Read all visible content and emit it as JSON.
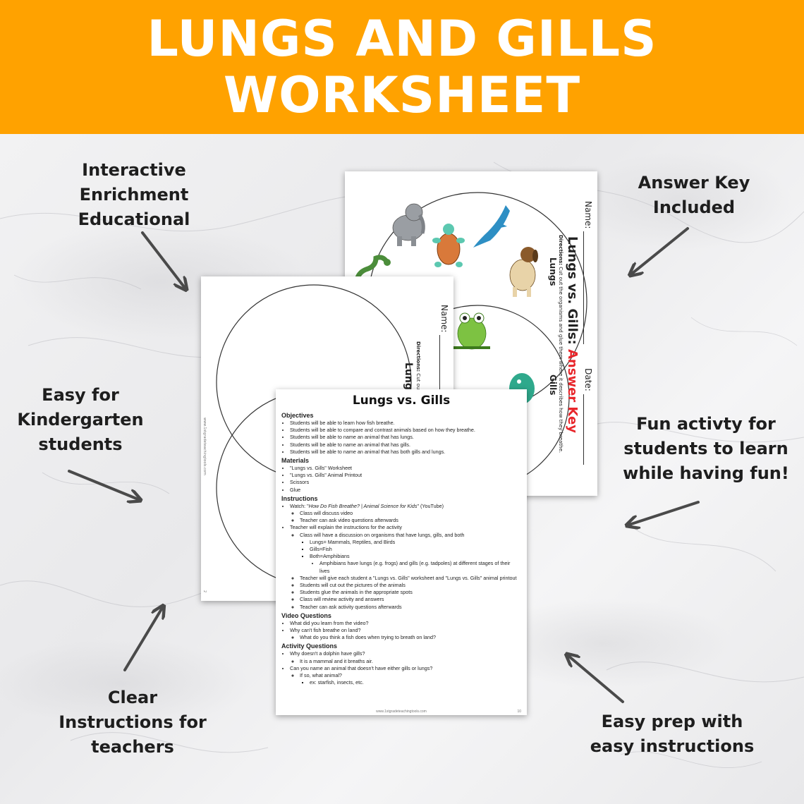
{
  "banner": {
    "line1": "LUNGS AND GILLS",
    "line2": "WORKSHEET"
  },
  "labels": {
    "interactive": [
      "Interactive",
      "Enrichment",
      "Educational"
    ],
    "answer_key": [
      "Answer Key",
      "Included"
    ],
    "kindergarten": [
      "Easy for",
      "Kindergarten",
      "students"
    ],
    "fun": [
      "Fun activty for",
      "students to learn",
      "while having fun!"
    ],
    "clear": [
      "Clear",
      "Instructions for",
      "teachers"
    ],
    "easy_prep": [
      "Easy prep with",
      "easy instructions"
    ]
  },
  "answer_key_sheet": {
    "name_label": "Name:",
    "date_label": "Date:",
    "title_plain": "Lungs vs. Gills: ",
    "title_red": "Answer Key",
    "directions_bold": "Directions:",
    "directions_text": " Cut out the organisms and glue them where it describes how they breathe.",
    "lungs_label": "Lungs",
    "gills_label": "Gills"
  },
  "blank_sheet": {
    "name_label": "Name:",
    "directions_bold": "Directions:",
    "directions_text": " Cut out th",
    "partial_title": "Lung",
    "footer": "www.1stgradeteachingtools.com",
    "page_num": "2"
  },
  "lesson_plan": {
    "title": "Lungs vs. Gills",
    "objectives_heading": "Objectives",
    "objectives": [
      "Students will be able to learn how fish breathe.",
      "Students will be able to compare and contrast animals based on how they breathe.",
      "Students will be able to name an animal that has lungs.",
      "Students will be able to name an animal that has gills.",
      "Students will be able to name an animal that has both gills and lungs."
    ],
    "materials_heading": "Materials",
    "materials": [
      "\"Lungs vs. Gills\" Worksheet",
      "\"Lungs vs. Gills\" Animal Printout",
      "Scissors",
      "Glue"
    ],
    "instructions_heading": "Instructions",
    "watch_prefix": "Watch: \"",
    "watch_title": "How Do Fish Breathe? | Animal Science for Kids",
    "watch_suffix": "\" (YouTube)",
    "watch_sub": [
      "Class will discuss video",
      "Teacher can ask video questions afterwards"
    ],
    "explain": "Teacher will explain the instructions for the activity",
    "discussion": "Class will have a discussion on organisms that have lungs, gills, and both",
    "lungs_line": "Lungs= Mammals, Reptiles, and Birds",
    "gills_line": "Gills=Fish",
    "both_line": "Both=Amphibians",
    "amphibians_line": "Amphibians have lungs (e.g. frogs) and gills (e.g. tadpoles) at different stages of their lives",
    "activity_steps": [
      "Teacher will give each student a \"Lungs vs. Gills\" worksheet and \"Lungs vs. Gills\" animal printout",
      "Students will cut out the pictures of the animals",
      "Students glue the animals in the appropriate spots",
      "Class will review activity and answers",
      "Teacher can ask activity questions afterwards"
    ],
    "video_q_heading": "Video Questions",
    "video_q1": "What did you learn from the video?",
    "video_q2": "Why can't fish breathe on land?",
    "video_q2_sub": "What do you think a fish does when trying to breath on land?",
    "activity_q_heading": "Activity Questions",
    "activity_q1": "Why doesn't a dolphin have gills?",
    "activity_q1_sub": "It is a mammal and it breaths air.",
    "activity_q2": "Can you name an animal that doesn't have either gills or lungs?",
    "activity_q2_sub": "If so, what animal?",
    "activity_q2_subsub": "ex: starfish, insects, etc.",
    "footer": "www.1stgradeteachingtools.com",
    "page_num": "10"
  },
  "colors": {
    "banner": "#FFA200",
    "answer_red": "#E8262B",
    "arrow": "#4a4a4a"
  }
}
